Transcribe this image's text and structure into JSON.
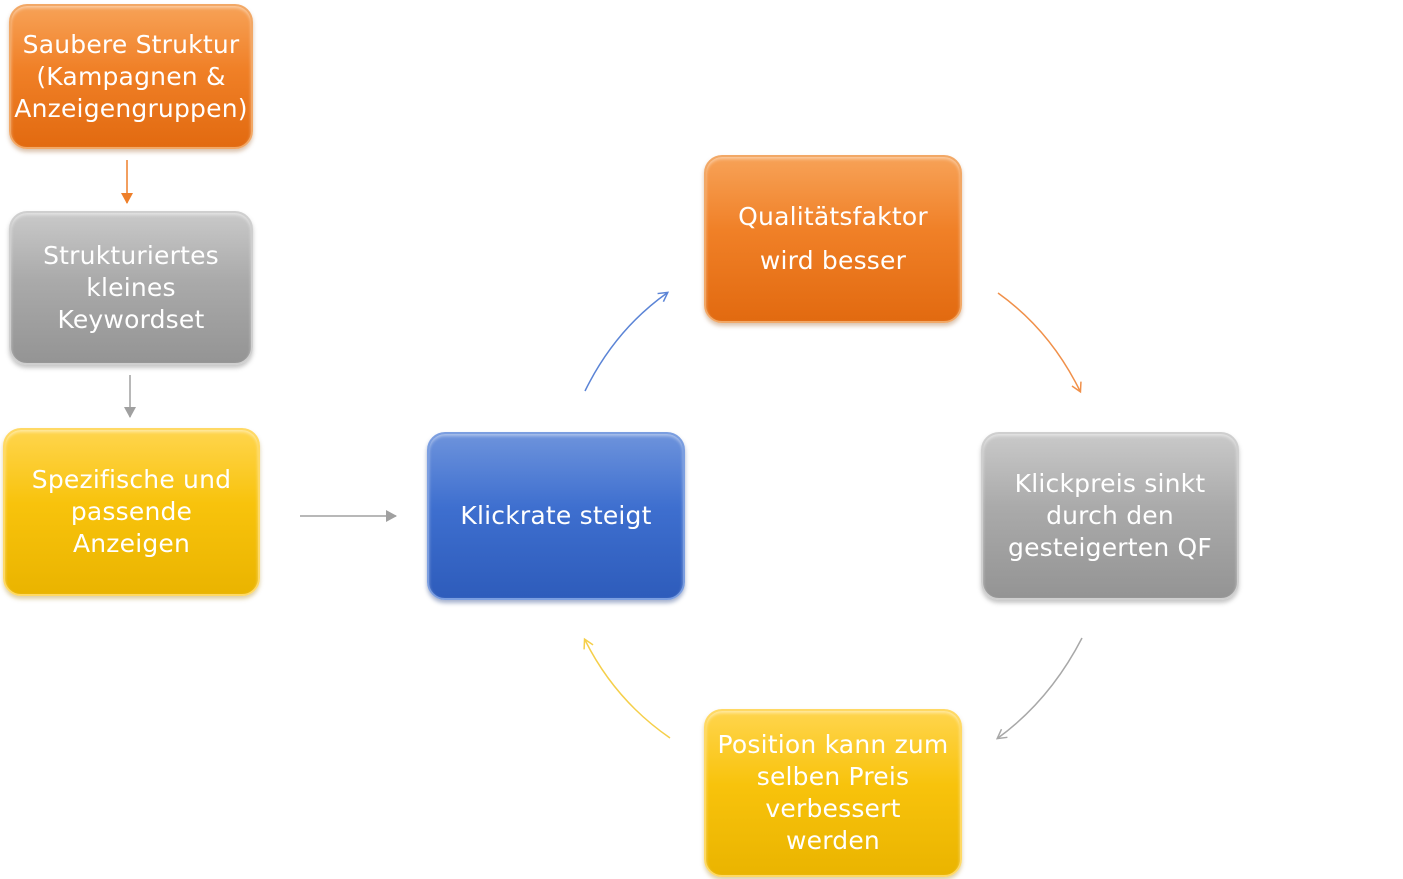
{
  "nodes": {
    "struktur": "Saubere Struktur\n(Kampagnen &\nAnzeigengruppen)",
    "keywordset": "Strukturiertes\nkleines\nKeywordset",
    "anzeigen": "Spezifische und\npassende Anzeigen",
    "klickrate": "Klickrate steigt",
    "qualitaet": "Qualitätsfaktor\nwird besser",
    "klickpreis": "Klickpreis sinkt\ndurch den\ngesteigerten QF",
    "position": "Position kann zum\nselben Preis\nverbessert werden"
  },
  "colors": {
    "orange": "#f08027",
    "gray": "#aaaaaa",
    "yellow": "#f8c30c",
    "blue": "#3e6fcf",
    "arrow_orange": "#f0904a",
    "arrow_gray": "#a8a8a8",
    "arrow_yellow": "#f5cf4a",
    "arrow_blue": "#5b84d6"
  }
}
